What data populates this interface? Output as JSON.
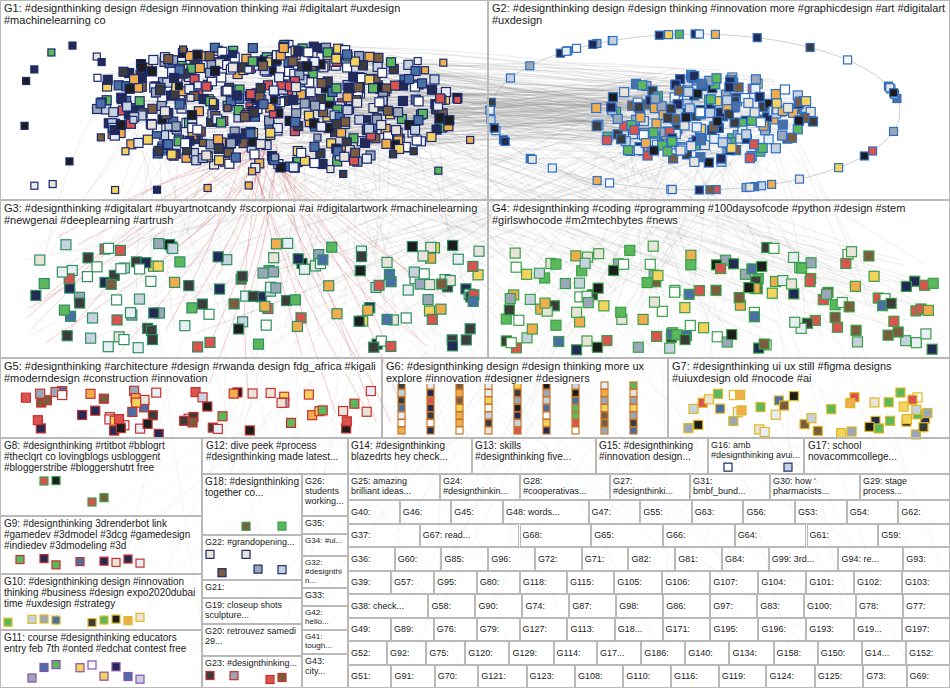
{
  "diagram": {
    "nodes": [
      {
        "text": [
          "G1: #designthinking design #design #innovation thinking #ai #digitalart #uxdesign #machinelearning co"
        ]
      },
      {
        "text": [
          "G2: #designthinking design #design thinking #innovation more #graphicdesign #art #digitalart #uxdesign"
        ]
      },
      {
        "text": [
          "G3: #designthinking #digitalart #buyartnotcandy #scorpionai #ai #digitalartwork #machinelearning #newgenai #deeplearning #artrush"
        ]
      },
      {
        "text": [
          "G4: #designthinking #coding #programming #100daysofcode #python #design #stem #girlswhocode #m2mtechbytes #news"
        ]
      },
      {
        "text": [
          "G5: #designthinking #architecture #design #rwanda design fdg_africa #kigali #moderndesign #construction #innovation"
        ]
      },
      {
        "text": [
          "G6: #designthinking design #design thinking more ux explore #innovation #designer #designers"
        ]
      },
      {
        "text": [
          "G7: #designthinking ui ux still #figma designs #uiuxdesign old #nocode #ai"
        ]
      },
      {
        "text": [
          "G8: #designthinking #rtitbot #bblogrt #theclqrt co lovingblogs usbloggent #bloggerstribe #bloggershutrt free"
        ]
      },
      {
        "text": [
          "G12: dive peek #process #designthinking made latest..."
        ]
      },
      {
        "text": [
          "G14: #designthinking blazedrts hey check..."
        ]
      },
      {
        "text": [
          "G13: skills #designthinking five..."
        ]
      },
      {
        "text": [
          "G15: #designthinking #innovation design..."
        ]
      },
      {
        "text": [
          "G16: amb #designthinking avui..."
        ]
      },
      {
        "text": [
          "G17: school novacommcollege..."
        ]
      },
      {
        "text": [
          "G18: #designthinking together co..."
        ]
      },
      {
        "text": [
          "G26: students working..."
        ]
      },
      {
        "text": [
          "G25: amazing brilliant ideas..."
        ]
      },
      {
        "text": [
          "G24: #designthinkin..."
        ]
      },
      {
        "text": [
          "G28: #cooperativas..."
        ]
      },
      {
        "text": [
          "G27: #designthinki..."
        ]
      },
      {
        "text": [
          "G31: bmbf_bund..."
        ]
      },
      {
        "text": [
          "G30: how ' pharmacists..."
        ]
      },
      {
        "text": [
          "G29: stage process..."
        ]
      },
      {
        "text": [
          "G9: #designthinking 3drenderbot link #gamedev #3dmodel #3dcg #gamedesign #indiedev #3dmodeling #3d"
        ]
      },
      {
        "text": [
          "G10: #designthinking design #innovation thinking #business #design expo2020dubai time #uxdesign #strategy"
        ]
      },
      {
        "text": [
          "G11: course #designthinking educators entry feb 7th #onted #edchat contest free"
        ]
      },
      {
        "text": [
          "G22: #grandopening..."
        ]
      },
      {
        "text": [
          "G21:"
        ]
      },
      {
        "text": [
          "G19: closeup shots sculpture..."
        ]
      },
      {
        "text": [
          "G20: retrouvez samedi 29..."
        ]
      },
      {
        "text": [
          "G23: #designthinking..."
        ]
      },
      {
        "text": [
          "G35:"
        ]
      },
      {
        "text": [
          "G34: #ui..."
        ]
      },
      {
        "text": [
          "G32: #designthin..."
        ]
      },
      {
        "text": [
          "G33:"
        ]
      },
      {
        "text": [
          "G42: hello..."
        ]
      },
      {
        "text": [
          "G41: tough..."
        ]
      },
      {
        "text": [
          "G43: city..."
        ]
      },
      {
        "text": [
          "G40:"
        ]
      },
      {
        "text": [
          "G46:"
        ]
      },
      {
        "text": [
          "G45:"
        ]
      },
      {
        "text": [
          "G48: words..."
        ]
      },
      {
        "text": [
          "G47:"
        ]
      },
      {
        "text": [
          "G55:"
        ]
      },
      {
        "text": [
          "G63:"
        ]
      },
      {
        "text": [
          "G56:"
        ]
      },
      {
        "text": [
          "G53:"
        ]
      },
      {
        "text": [
          "G54:"
        ]
      },
      {
        "text": [
          "G62:"
        ]
      },
      {
        "text": [
          "G37:"
        ]
      },
      {
        "text": [
          "G67: read..."
        ]
      },
      {
        "text": [
          "G68:"
        ]
      },
      {
        "text": [
          "G65:"
        ]
      },
      {
        "text": [
          "G66:"
        ]
      },
      {
        "text": [
          "G64:"
        ]
      },
      {
        "text": [
          "G61:"
        ]
      },
      {
        "text": [
          "G59:"
        ]
      },
      {
        "text": [
          "G36:"
        ]
      },
      {
        "text": [
          "G60:"
        ]
      },
      {
        "text": [
          "G85:"
        ]
      },
      {
        "text": [
          "G96:"
        ]
      },
      {
        "text": [
          "G72:"
        ]
      },
      {
        "text": [
          "G71:"
        ]
      },
      {
        "text": [
          "G82:"
        ]
      },
      {
        "text": [
          "G81:"
        ]
      },
      {
        "text": [
          "G84:"
        ]
      },
      {
        "text": [
          "G99: 3rd..."
        ]
      },
      {
        "text": [
          "G94: re..."
        ]
      },
      {
        "text": [
          "G93:"
        ]
      },
      {
        "text": [
          "G39:"
        ]
      },
      {
        "text": [
          "G57:"
        ]
      },
      {
        "text": [
          "G95:"
        ]
      },
      {
        "text": [
          "G80:"
        ]
      },
      {
        "text": [
          "G118:"
        ]
      },
      {
        "text": [
          "G115:"
        ]
      },
      {
        "text": [
          "G105:"
        ]
      },
      {
        "text": [
          "G106:"
        ]
      },
      {
        "text": [
          "G107:"
        ]
      },
      {
        "text": [
          "G104:"
        ]
      },
      {
        "text": [
          "G101:"
        ]
      },
      {
        "text": [
          "G102:"
        ]
      },
      {
        "text": [
          "G103:"
        ]
      },
      {
        "text": [
          "G38: check..."
        ]
      },
      {
        "text": [
          "G58:"
        ]
      },
      {
        "text": [
          "G90:"
        ]
      },
      {
        "text": [
          "G74:"
        ]
      },
      {
        "text": [
          "G87:"
        ]
      },
      {
        "text": [
          "G98:"
        ]
      },
      {
        "text": [
          "G86:"
        ]
      },
      {
        "text": [
          "G97:"
        ]
      },
      {
        "text": [
          "G83:"
        ]
      },
      {
        "text": [
          "G100:"
        ]
      },
      {
        "text": [
          "G78:"
        ]
      },
      {
        "text": [
          "G77:"
        ]
      },
      {
        "text": [
          "G49:"
        ]
      },
      {
        "text": [
          "G89:"
        ]
      },
      {
        "text": [
          "G76:"
        ]
      },
      {
        "text": [
          "G79:"
        ]
      },
      {
        "text": [
          "G127:"
        ]
      },
      {
        "text": [
          "G113:"
        ]
      },
      {
        "text": [
          "G18..."
        ]
      },
      {
        "text": [
          "G171:"
        ]
      },
      {
        "text": [
          "G195:"
        ]
      },
      {
        "text": [
          "G196:"
        ]
      },
      {
        "text": [
          "G193:"
        ]
      },
      {
        "text": [
          "G19..."
        ]
      },
      {
        "text": [
          "G197:"
        ]
      },
      {
        "text": [
          "G52:"
        ]
      },
      {
        "text": [
          "G92:"
        ]
      },
      {
        "text": [
          "G75:"
        ]
      },
      {
        "text": [
          "G120:"
        ]
      },
      {
        "text": [
          "G129:"
        ]
      },
      {
        "text": [
          "G114:"
        ]
      },
      {
        "text": [
          "G17..."
        ]
      },
      {
        "text": [
          "G186:"
        ]
      },
      {
        "text": [
          "G140:"
        ]
      },
      {
        "text": [
          "G134:"
        ]
      },
      {
        "text": [
          "G158:"
        ]
      },
      {
        "text": [
          "G150:"
        ]
      },
      {
        "text": [
          "G14..."
        ]
      },
      {
        "text": [
          "G152:"
        ]
      },
      {
        "text": [
          "G51:"
        ]
      },
      {
        "text": [
          "G91:"
        ]
      },
      {
        "text": [
          "G70:"
        ]
      },
      {
        "text": [
          "G121:"
        ]
      },
      {
        "text": [
          "G123:"
        ]
      },
      {
        "text": [
          "G108:"
        ]
      },
      {
        "text": [
          "G110:"
        ]
      },
      {
        "text": [
          "G116:"
        ]
      },
      {
        "text": [
          "G119:"
        ]
      },
      {
        "text": [
          "G124:"
        ]
      },
      {
        "text": [
          "G125:"
        ]
      },
      {
        "text": [
          "G73:"
        ]
      },
      {
        "text": [
          "G69:"
        ]
      }
    ]
  }
}
